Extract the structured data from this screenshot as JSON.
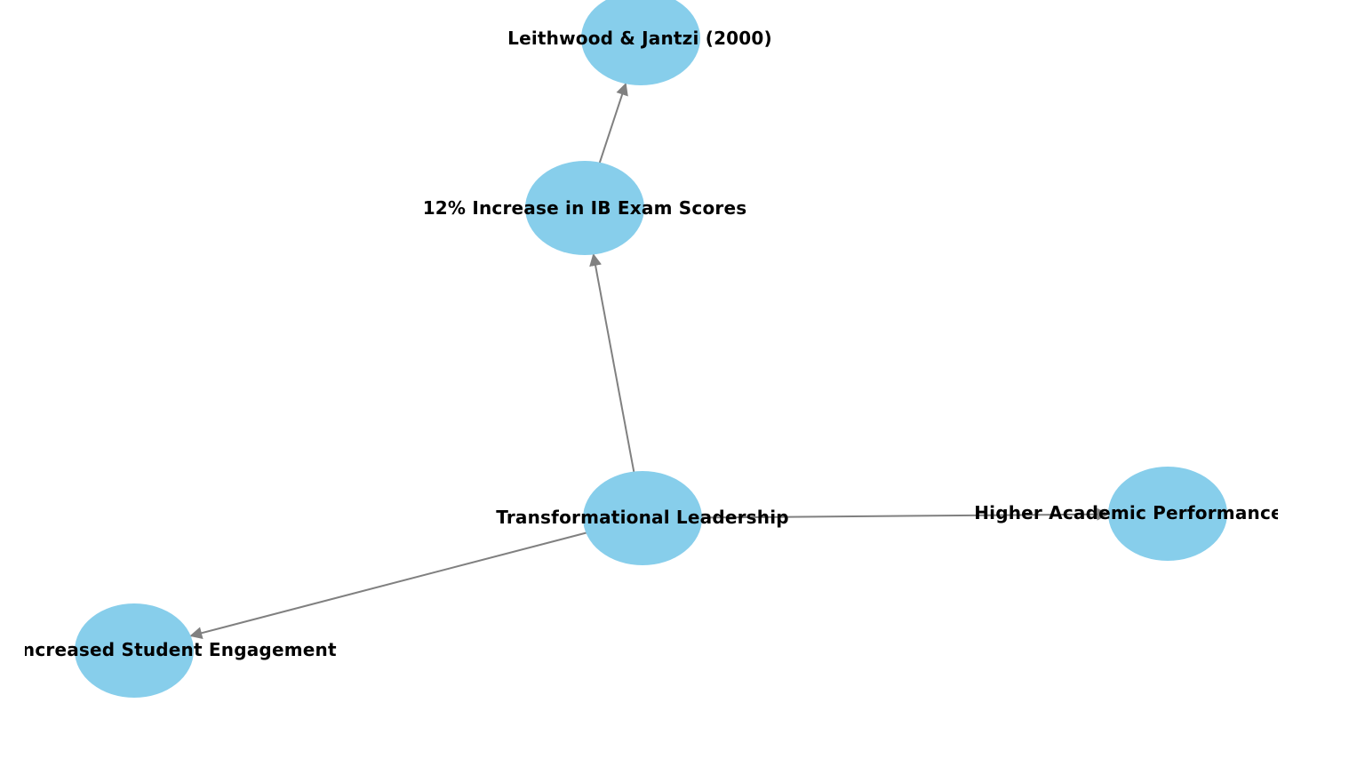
{
  "graph": {
    "node_color": "#87CEEB",
    "edge_color": "#808080",
    "text_color": "#000000",
    "directed": true,
    "nodes": [
      {
        "id": "leithwood",
        "label": "Leithwood & Jantzi (2000)"
      },
      {
        "id": "ib_scores",
        "label": "12% Increase in IB Exam Scores"
      },
      {
        "id": "transformational",
        "label": "Transformational Leadership"
      },
      {
        "id": "higher_academic",
        "label": "Higher Academic Performance"
      },
      {
        "id": "student_engagement",
        "label": "Increased Student Engagement"
      }
    ],
    "edges": [
      {
        "from": "ib_scores",
        "to": "leithwood"
      },
      {
        "from": "transformational",
        "to": "ib_scores"
      },
      {
        "from": "transformational",
        "to": "higher_academic"
      },
      {
        "from": "transformational",
        "to": "student_engagement"
      }
    ]
  }
}
